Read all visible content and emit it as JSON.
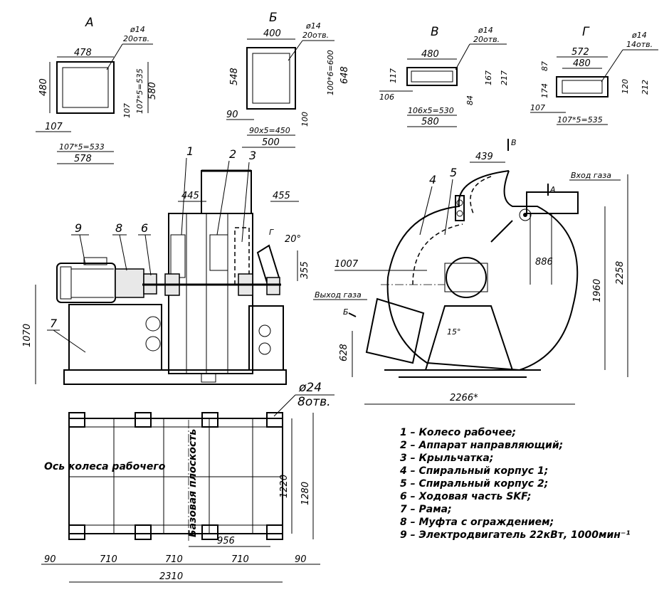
{
  "flange_views": {
    "A": {
      "title": "А",
      "hole": "ø14",
      "holes": "20отв.",
      "w_outer": "578",
      "w_inner": "478",
      "h_inner": "480",
      "h_outer": "580",
      "pitch_v": "107*5=535",
      "pitch_h": "107*5=533",
      "step_small": "107",
      "offset": "107"
    },
    "B": {
      "title": "Б",
      "hole": "ø14",
      "holes": "20отв.",
      "w_inner": "400",
      "h_inner": "548",
      "h_outer": "648",
      "pitch_v": "100*6=600",
      "pitch_h": "90x5=450",
      "w_outer": "500",
      "left": "90",
      "bottom": "100"
    },
    "V": {
      "title": "В",
      "hole": "ø14",
      "holes": "20отв.",
      "w_inner": "480",
      "w_outer": "580",
      "h_left": "117",
      "left": "106",
      "pitch_h": "106x5=530",
      "h_right1": "167",
      "h_right2": "217",
      "gap": "84"
    },
    "G": {
      "title": "Г",
      "hole": "ø14",
      "holes": "14отв.",
      "w_outer": "572",
      "w_inner": "480",
      "h_top": "87",
      "h_left": "174",
      "left": "107",
      "pitch_h": "107*5=535",
      "h_right1": "120",
      "h_right2": "212"
    }
  },
  "front_view": {
    "labels": [
      "1",
      "2",
      "3",
      "9",
      "8",
      "6",
      "7"
    ],
    "dim_445": "445",
    "dim_455": "455",
    "dim_20": "20°",
    "dim_355": "355",
    "dim_1070": "1070",
    "mark_g": "Г"
  },
  "side_view": {
    "labels": [
      "4",
      "5"
    ],
    "dim_439": "439",
    "dim_1007": "1007",
    "dim_886": "886",
    "dim_1960": "1960",
    "dim_2258": "2258",
    "dim_628": "628",
    "dim_2266": "2266*",
    "angle": "15°",
    "gas_in": "Вход газа",
    "gas_out": "Выход газа",
    "mark_b": "Б",
    "mark_v": "В",
    "mark_a": "А"
  },
  "base_frame": {
    "wheel_axis": "Ось колеса рабочего",
    "base_plane": "Базовая плоскость",
    "hole": "ø24",
    "holes": "8отв.",
    "dim_956": "956",
    "dim_1220": "1220",
    "dim_1280": "1280",
    "dims_bottom": [
      "90",
      "710",
      "710",
      "710",
      "90"
    ],
    "dim_total": "2310"
  },
  "legend": [
    "1 – Колесо рабочее;",
    "2 – Аппарат направляющий;",
    "3 – Крыльчатка;",
    "4 – Спиральный корпус 1;",
    "5 – Спиральный корпус 2;",
    "6 – Ходовая часть SKF;",
    "7 – Рама;",
    "8 – Муфта с ограждением;",
    "9 – Электродвигатель 22кВт, 1000мин⁻¹"
  ]
}
